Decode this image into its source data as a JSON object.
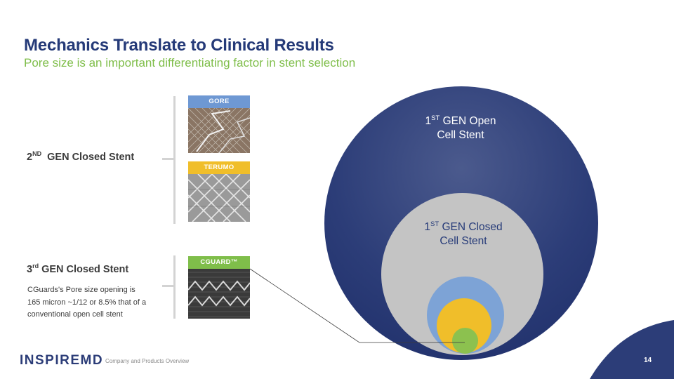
{
  "header": {
    "title": "Mechanics Translate to Clinical Results",
    "subtitle": "Pore size is an important differentiating factor in stent selection"
  },
  "left": {
    "second_gen": {
      "ordinal": "2",
      "sup": "ND",
      "text": "GEN Closed Stent"
    },
    "third_gen": {
      "ordinal": "3",
      "sup": "rd",
      "text": "GEN Closed Stent"
    },
    "description": "CGuards's Pore size opening is 165 micron ~1/12 or 8.5% that of  a conventional open cell stent"
  },
  "tiles": [
    {
      "label": "GORE",
      "color": "#6e98d3"
    },
    {
      "label": "TERUMO",
      "color": "#f0be2a"
    },
    {
      "label": "CGUARD™",
      "color": "#7fbe4a"
    }
  ],
  "circles": {
    "open": {
      "ordinal": "1",
      "sup": "ST",
      "line1": "GEN Open",
      "line2": "Cell Stent",
      "color": "#253a78"
    },
    "closed": {
      "ordinal": "1",
      "sup": "ST",
      "line1": "GEN Closed",
      "line2": "Cell Stent",
      "color": "#c4c4c4"
    },
    "inner_colors": [
      "#7da3d6",
      "#f0be2a",
      "#8cc14f"
    ]
  },
  "footer": {
    "logo_main": "INSPIRE",
    "logo_md": "MD",
    "text": "Company and Products Overview",
    "page_number": "14"
  }
}
